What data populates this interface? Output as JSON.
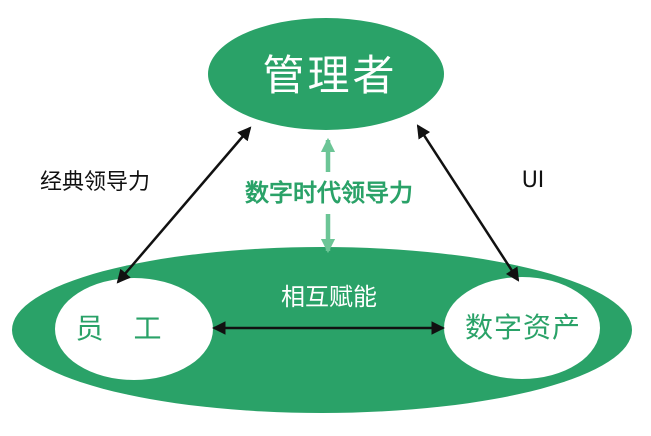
{
  "nodes": {
    "manager": "管理者",
    "employee": "员　工",
    "digital_assets": "数字资产"
  },
  "relations": {
    "classic_leadership": "经典领导力",
    "digital_era_leadership": "数字时代领导力",
    "ui": "UI",
    "mutual_empowerment": "相互赋能"
  },
  "colors": {
    "green": "#2aa268",
    "light_green": "#5dbe89",
    "white": "#ffffff",
    "black": "#111111"
  }
}
